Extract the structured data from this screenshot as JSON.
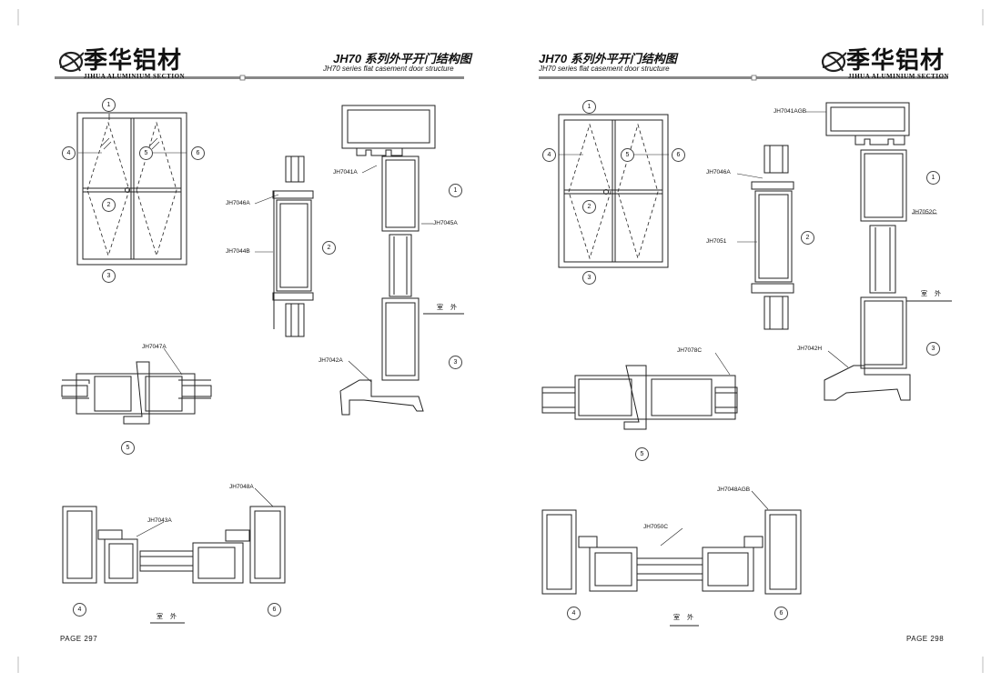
{
  "brand": {
    "name_zh": "季华铝材",
    "name_en": "JIHUA ALUMINIUM SECTION"
  },
  "left": {
    "title_zh": "JH70 系列外平开门结构图",
    "title_en": "JH70  series flat casement door structure",
    "page": "PAGE  297",
    "outdoor": "室 外",
    "labels": [
      "JH7041A",
      "JH7045A",
      "JH7046A",
      "JH7044B",
      "JH7042A",
      "JH7047A",
      "JH7048A",
      "JH7043A"
    ],
    "circles": [
      "1",
      "2",
      "3",
      "4",
      "5",
      "6"
    ]
  },
  "right": {
    "title_zh": "JH70 系列外平开门结构图",
    "title_en": "JH70  series flat casement door structure",
    "page": "PAGE  298",
    "outdoor": "室 外",
    "labels": [
      "JH7041AGB",
      "JH7046A",
      "JH7051",
      "JH7052C",
      "JH7042H",
      "JH7078C",
      "JH7048AGB",
      "JH7050C"
    ],
    "circles": [
      "1",
      "2",
      "3",
      "4",
      "5",
      "6"
    ]
  }
}
